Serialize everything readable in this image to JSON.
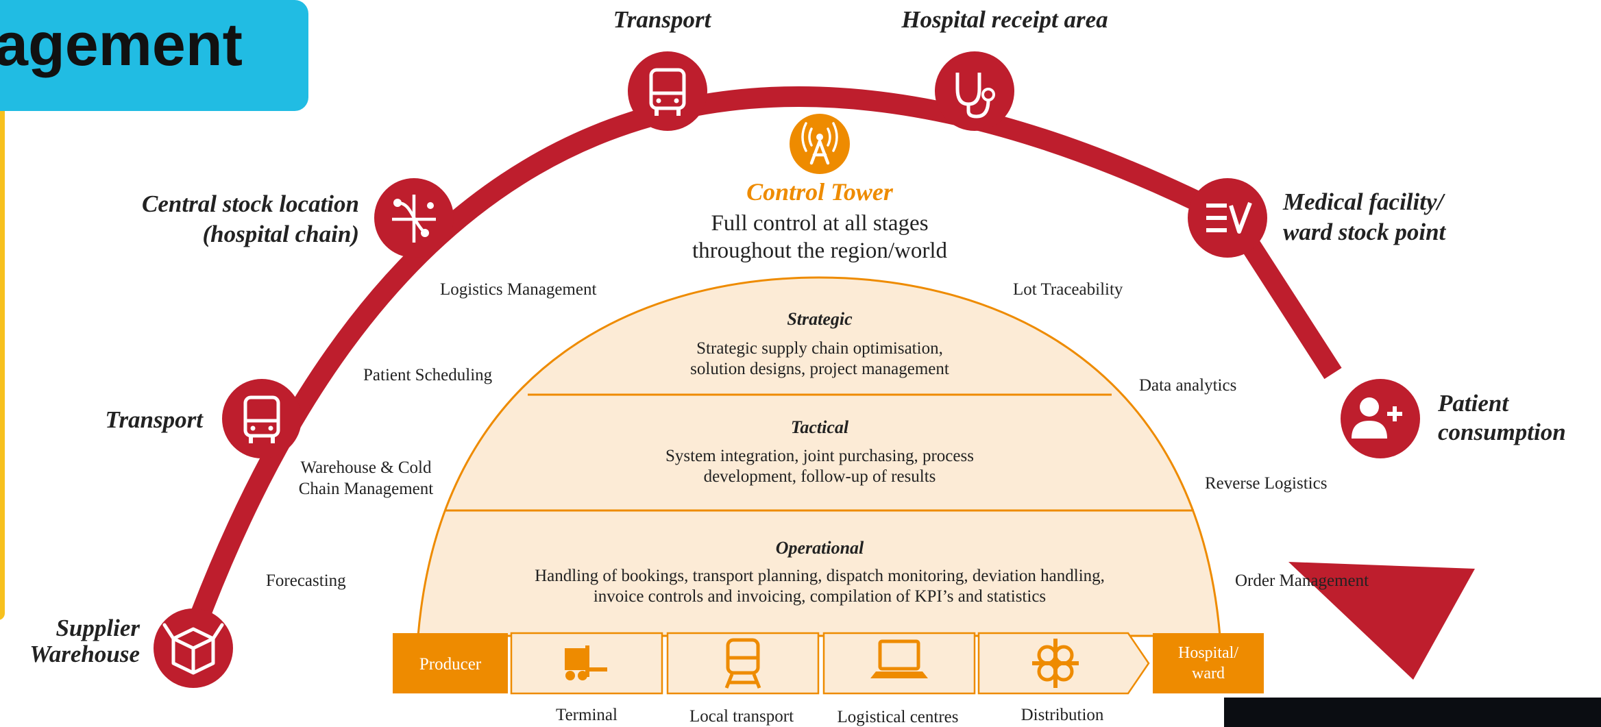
{
  "banner": {
    "title": "agement"
  },
  "stages": {
    "supplier": "Supplier|Warehouse",
    "transport_left": "Transport",
    "central_stock": "Central stock location|(hospital chain)",
    "transport_top": "Transport",
    "hospital_receipt": "Hospital receipt area",
    "medical_facility": "Medical facility/|ward stock point",
    "patient": "Patient|consumption"
  },
  "control_tower": {
    "title": "Control Tower",
    "line1": "Full control at all stages",
    "line2": "throughout the region/world"
  },
  "left_labels": {
    "logistics": "Logistics Management",
    "scheduling": "Patient Scheduling",
    "warehouse": "Warehouse & Cold|Chain Management",
    "forecasting": "Forecasting"
  },
  "right_labels": {
    "lot": "Lot Traceability",
    "data": "Data analytics",
    "reverse": "Reverse Logistics",
    "order": "Order Management"
  },
  "levels": {
    "strategic_title": "Strategic",
    "strategic_text": "Strategic supply chain optimisation,|solution designs, project management",
    "tactical_title": "Tactical",
    "tactical_text": "System integration, joint purchasing, process|development, follow-up of results",
    "operational_title": "Operational",
    "operational_text": "Handling of bookings, transport planning, dispatch monitoring, deviation handling,|invoice controls and invoicing, compilation of KPI’s and statistics"
  },
  "flow": {
    "producer": "Producer",
    "hospital": "Hospital/|ward",
    "terminal": "Terminal",
    "local_transport": "Local transport",
    "logistical_centres": "Logistical centres",
    "distribution": "Distribution"
  },
  "colors": {
    "red": "#BE1E2D",
    "orange": "#EE8B00",
    "peach": "#FCEBD6",
    "banner": "#21BCE3",
    "gold": "#F7C11E",
    "dark": "#0B0D12"
  },
  "icons": {
    "supplier": "open-box-icon",
    "transport_left": "bus-icon",
    "central_stock": "route-network-icon",
    "transport_top": "bus-icon",
    "hospital_receipt": "stethoscope-icon",
    "medical_facility": "checklist-icon",
    "patient": "patient-plus-icon",
    "tower": "radio-tower-icon",
    "terminal": "forklift-icon",
    "local_transport": "train-icon",
    "logistical_centres": "laptop-icon",
    "distribution": "interchange-icon"
  }
}
